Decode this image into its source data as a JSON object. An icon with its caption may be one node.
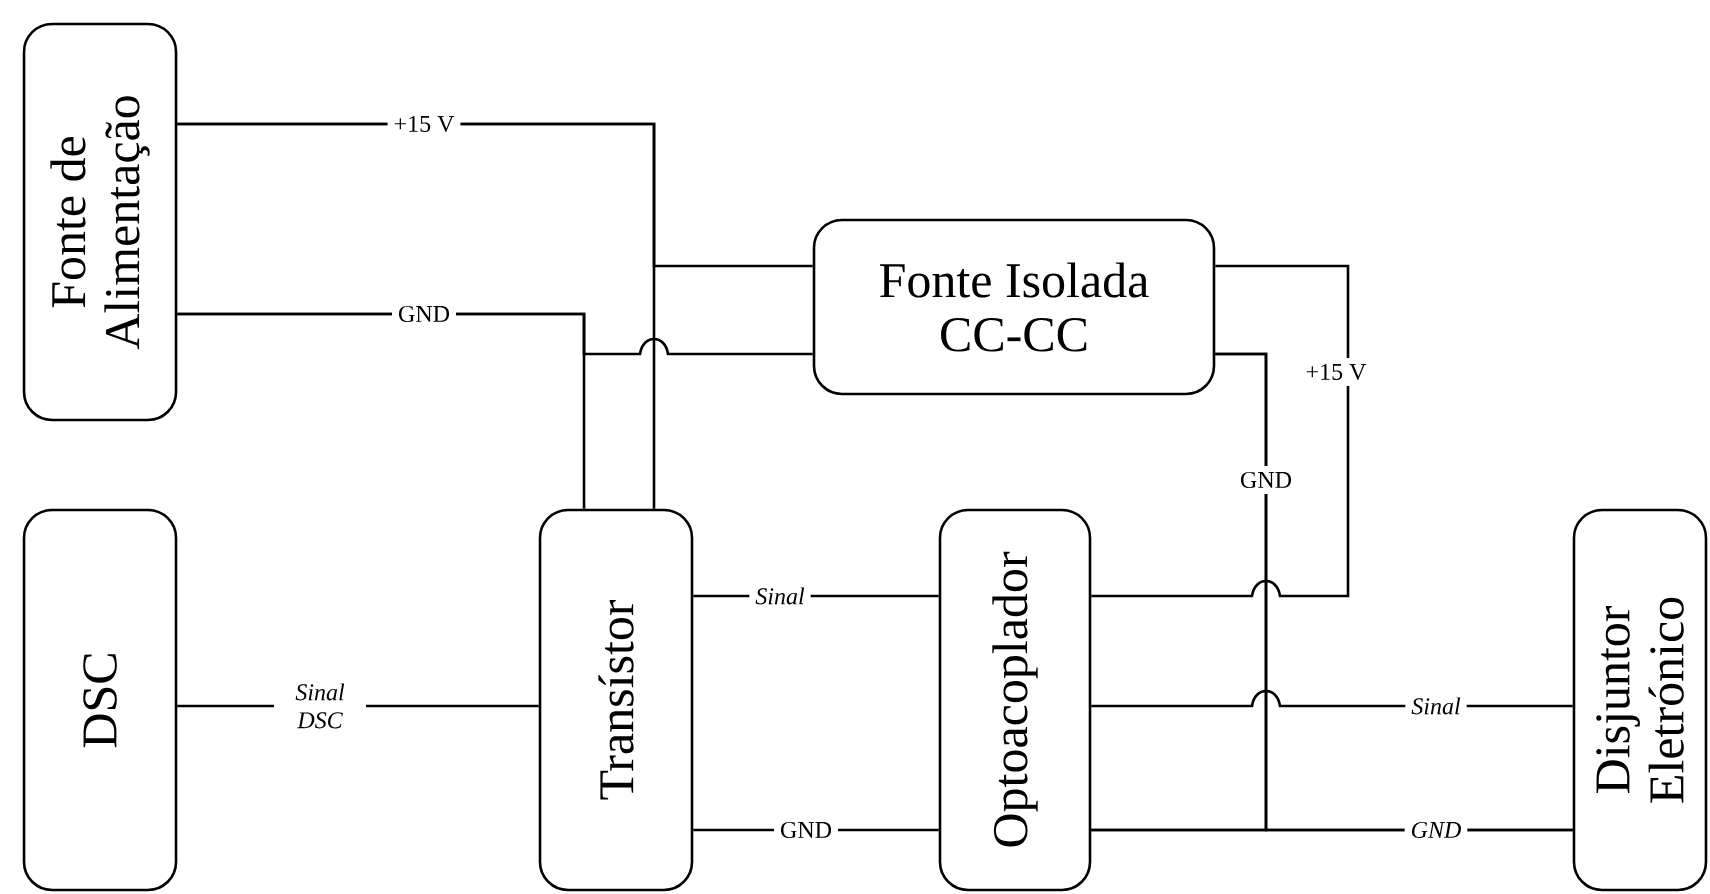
{
  "diagram": {
    "nodes": [
      {
        "text": [
          "Fonte de Alimentação"
        ]
      },
      {
        "text": [
          "Fonte Isolada CC-CC"
        ]
      },
      {
        "text": [
          "DSC"
        ]
      },
      {
        "text": [
          "Transístor"
        ]
      },
      {
        "text": [
          "Optoacoplador"
        ]
      },
      {
        "text": [
          "Disjuntor Eletrónico"
        ]
      }
    ],
    "edges": [
      {
        "from": 0,
        "to": 1,
        "arrow": "none",
        "label": "+15 V"
      },
      {
        "from": 0,
        "to": 3,
        "arrow": "none"
      },
      {
        "from": 0,
        "to": 3,
        "arrow": "none",
        "label": "GND"
      },
      {
        "from": 0,
        "to": 1,
        "arrow": "none"
      },
      {
        "from": 1,
        "to": 4,
        "arrow": "none",
        "label": "+15 V"
      },
      {
        "from": 1,
        "to": 4,
        "arrow": "none",
        "label": "GND"
      },
      {
        "from": 1,
        "to": 5,
        "arrow": "none"
      },
      {
        "from": 2,
        "to": 3,
        "arrow": "none",
        "label": "Sinal DSC"
      },
      {
        "from": 3,
        "to": 4,
        "arrow": "none",
        "label": "Sinal"
      },
      {
        "from": 3,
        "to": 4,
        "arrow": "none",
        "label": "GND"
      },
      {
        "from": 4,
        "to": 5,
        "arrow": "none",
        "label": "Sinal"
      },
      {
        "from": 4,
        "to": 5,
        "arrow": "none",
        "label": "GND"
      }
    ]
  }
}
